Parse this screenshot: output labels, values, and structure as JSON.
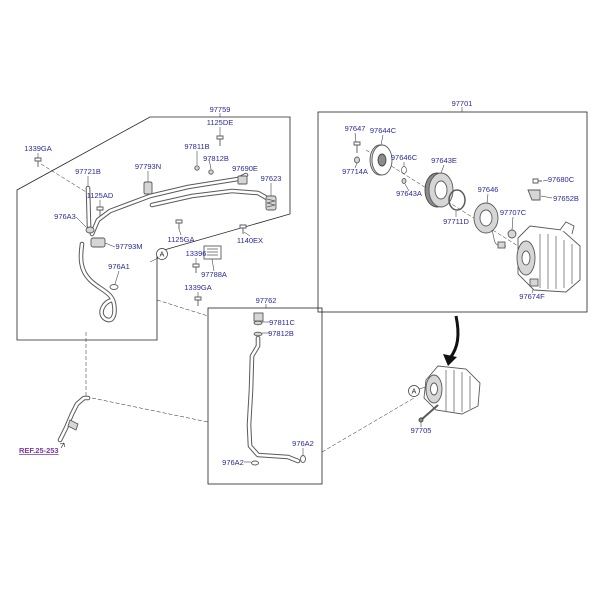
{
  "diagram": {
    "colors": {
      "part_label": "#2a2a9c",
      "reference_link": "#7b3a9e",
      "line": "#222222",
      "part_stroke": "#5a5a5a"
    },
    "groups": {
      "upper_assembly": "97759",
      "compressor_assembly": "97701",
      "lower_hose_assembly": "97762"
    },
    "callout_markers": [
      "A",
      "A"
    ],
    "reference_link": "REF.25-253",
    "parts": {
      "upper_assembly": [
        "1125DE",
        "1339GA",
        "97811B",
        "97812B",
        "97793N",
        "97690E",
        "97721B",
        "97623",
        "1125AD",
        "976A3",
        "1125GA",
        "1140EX",
        "97793M",
        "13396",
        "976A1",
        "97788A",
        "1339GA"
      ],
      "compressor_assembly": [
        "97647",
        "97644C",
        "97646C",
        "97643E",
        "97714A",
        "97643A",
        "97646",
        "97680C",
        "97652B",
        "97707C",
        "97711D",
        "97674F"
      ],
      "lower_hose_assembly": [
        "97811C",
        "97812B",
        "976A2",
        "976A2"
      ],
      "loose_parts": [
        "97705"
      ]
    }
  }
}
